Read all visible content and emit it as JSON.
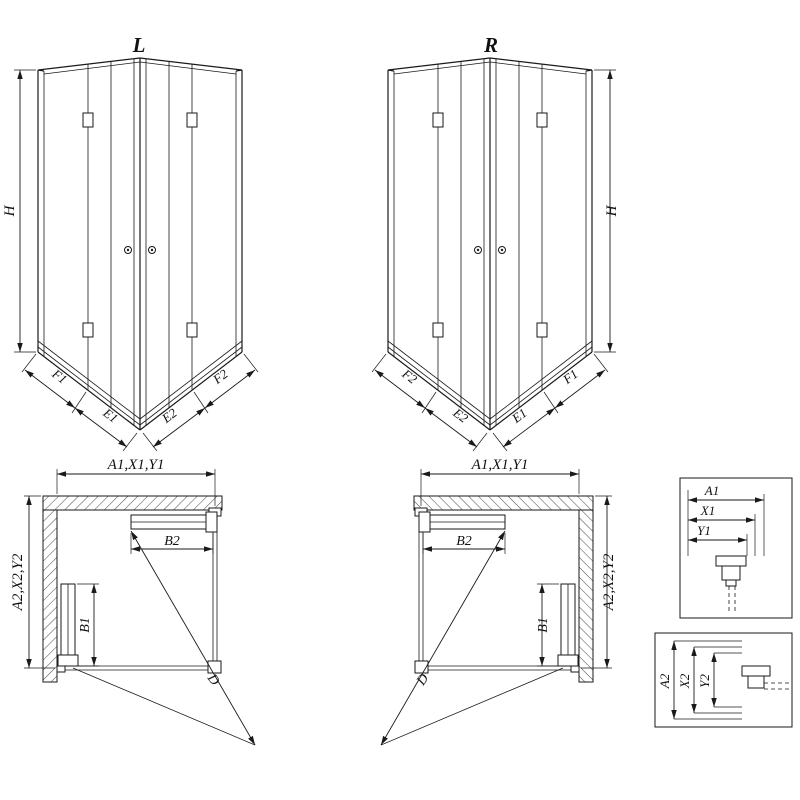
{
  "views": {
    "l": {
      "title": "L",
      "height_label": "H",
      "bottom_left": [
        "F1",
        "E1"
      ],
      "bottom_right": [
        "E2",
        "F2"
      ]
    },
    "r": {
      "title": "R",
      "height_label": "H",
      "bottom_left": [
        "F2",
        "E2"
      ],
      "bottom_right": [
        "E1",
        "F1"
      ]
    }
  },
  "plans": {
    "l": {
      "width_dim": "A1,X1,Y1",
      "depth_dim": "A2,X2,Y2",
      "door_width_dim": "B2",
      "door_depth_dim": "B1",
      "diagonal_dim": "D"
    },
    "r": {
      "width_dim": "A1,X1,Y1",
      "depth_dim": "A2,X2,Y2",
      "door_width_dim": "B2",
      "door_depth_dim": "B1",
      "diagonal_dim": "D"
    }
  },
  "details": {
    "top_box": {
      "dims": [
        "A1",
        "X1",
        "Y1"
      ]
    },
    "bottom_box": {
      "dims": [
        "A2",
        "X2",
        "Y2"
      ]
    }
  }
}
